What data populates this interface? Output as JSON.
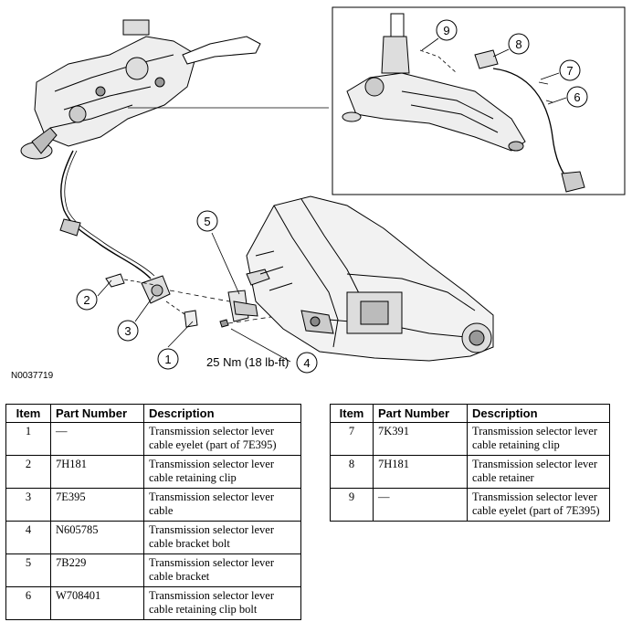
{
  "figure": {
    "figure_id": "N0037719",
    "torque_label": "25 Nm (18 lb-ft)",
    "callouts": [
      "1",
      "2",
      "3",
      "4",
      "5",
      "6",
      "7",
      "8",
      "9"
    ]
  },
  "table_headers": {
    "item": "Item",
    "part_number": "Part Number",
    "description": "Description"
  },
  "parts_left": [
    {
      "item": "1",
      "part": "—",
      "desc": "Transmission selector lever cable eyelet (part of 7E395)"
    },
    {
      "item": "2",
      "part": "7H181",
      "desc": "Transmission selector lever cable retaining clip"
    },
    {
      "item": "3",
      "part": "7E395",
      "desc": "Transmission selector lever cable"
    },
    {
      "item": "4",
      "part": "N605785",
      "desc": "Transmission selector lever cable bracket bolt"
    },
    {
      "item": "5",
      "part": "7B229",
      "desc": "Transmission selector lever cable bracket"
    },
    {
      "item": "6",
      "part": "W708401",
      "desc": "Transmission selector lever cable retaining clip bolt"
    }
  ],
  "parts_right": [
    {
      "item": "7",
      "part": "7K391",
      "desc": "Transmission selector lever cable retaining clip"
    },
    {
      "item": "8",
      "part": "7H181",
      "desc": "Transmission selector lever cable retainer"
    },
    {
      "item": "9",
      "part": "—",
      "desc": "Transmission selector lever cable eyelet (part of 7E395)"
    }
  ]
}
